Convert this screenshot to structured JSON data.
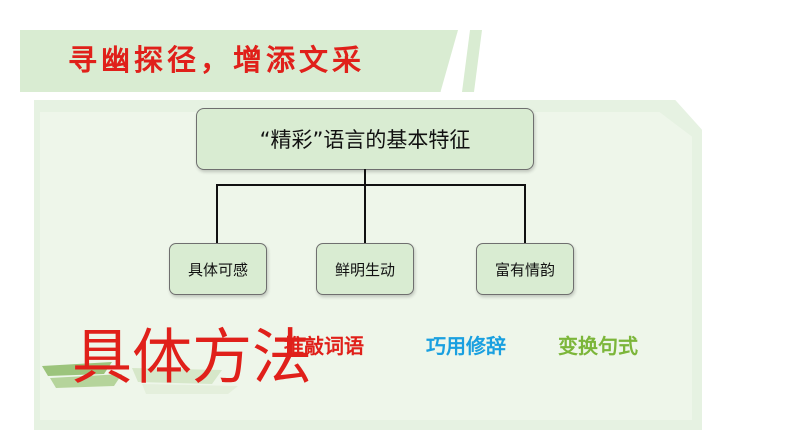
{
  "slide": {
    "title": "寻幽探径，增添文采",
    "title_color": "#e0201a",
    "accent_green": "#d9ecd2"
  },
  "diagram": {
    "root": "“精彩”语言的基本特征",
    "children": [
      "具体可感",
      "鲜明生动",
      "富有情韵"
    ]
  },
  "methods": {
    "heading": "具体方法",
    "items": [
      {
        "label": "推敲词语",
        "color": "#e0201a"
      },
      {
        "label": "巧用修辞",
        "color": "#1aa0e0"
      },
      {
        "label": "变换句式",
        "color": "#7cb63a"
      }
    ]
  }
}
